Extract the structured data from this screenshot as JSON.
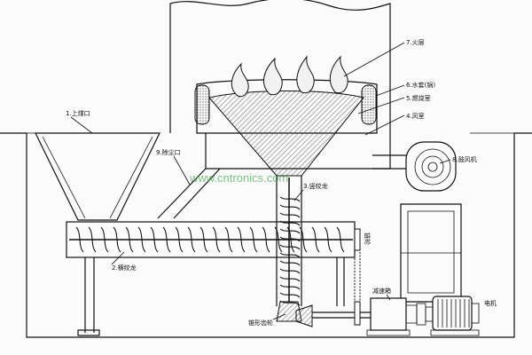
{
  "labels": {
    "furnace_layer": "7.火层",
    "water_jacket": "6.水套(锅)",
    "combustion_chamber": "5.燃烧室",
    "air_chamber": "4.风室",
    "coal_inlet": "1.上煤口",
    "dust_port": "9.除尘口",
    "blower": "8.鼓风机",
    "vertical_auger": "3.竖绞龙",
    "horizontal_auger": "2.横绞龙",
    "chain_wheel": "链轮",
    "reducer": "减速箱",
    "motor": "电机",
    "bevel_gear": "锥形齿轮"
  },
  "watermark": "www.cntronics.com",
  "colors": {
    "line": "#111111",
    "hatch": "#555555",
    "flame": "#f2f2f2",
    "watermark": "#3fae4a"
  }
}
